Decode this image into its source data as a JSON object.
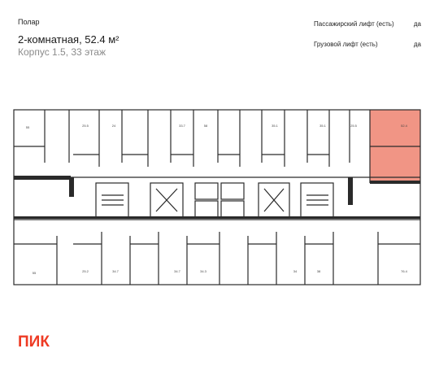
{
  "header": {
    "project_name": "Полар",
    "apartment_title": "2-комнатная, 52.4 м²",
    "apartment_subtitle": "Корпус 1.5, 33 этаж"
  },
  "specs": [
    {
      "label": "Пассажирский лифт (есть)",
      "value": "да"
    },
    {
      "label": "Грузовой лифт (есть)",
      "value": "да"
    }
  ],
  "floorplan": {
    "highlight_color": "#f08a78",
    "selected_area": "52.4",
    "top_areas": [
      "55",
      "25.5",
      "24",
      "33.7",
      "58",
      "35.1",
      "35.1",
      "25.5",
      "52.4"
    ],
    "bottom_areas": [
      "55",
      "25.2",
      "34.7",
      "34.7",
      "34.3",
      "34",
      "38",
      "76.4"
    ]
  },
  "brand": {
    "logo_text": "ПИК",
    "color": "#ee3b24"
  }
}
